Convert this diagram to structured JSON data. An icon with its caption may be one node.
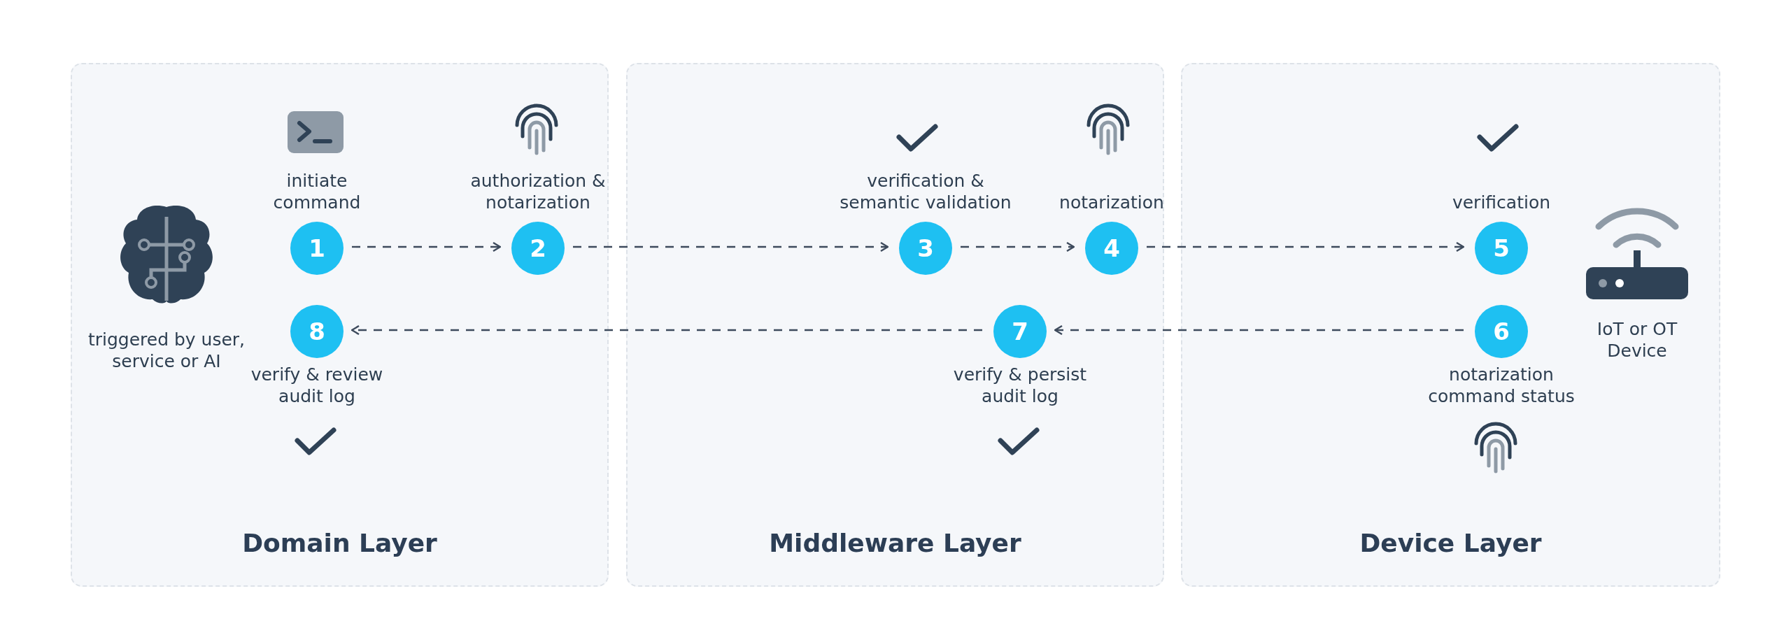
{
  "diagram": {
    "nodes": [
      {
        "text": [
          "Domain Layer"
        ]
      },
      {
        "text": [
          "Middleware Layer"
        ]
      },
      {
        "text": [
          "Device Layer"
        ]
      },
      {
        "text": [
          "1"
        ],
        "in": 0,
        "beside": [
          "initiate command"
        ]
      },
      {
        "text": [
          "2"
        ],
        "in": 0,
        "beside": [
          "authorization & notarization"
        ]
      },
      {
        "text": [
          "3"
        ],
        "in": 1,
        "beside": [
          "verification & semantic validation"
        ]
      },
      {
        "text": [
          "4"
        ],
        "in": 1,
        "beside": [
          "notarization"
        ]
      },
      {
        "text": [
          "5"
        ],
        "in": 2,
        "beside": [
          "verification"
        ]
      },
      {
        "text": [
          "6"
        ],
        "in": 2,
        "beside": [
          "notarization command status"
        ]
      },
      {
        "text": [
          "7"
        ],
        "in": 1,
        "beside": [
          "verify & persist audit log"
        ]
      },
      {
        "text": [
          "8"
        ],
        "in": 0,
        "beside": [
          "verify & review audit log"
        ]
      }
    ],
    "edges": [
      {
        "from": 3,
        "to": 4,
        "arrow": "to",
        "style": "dashed"
      },
      {
        "from": 4,
        "to": 5,
        "arrow": "to",
        "style": "dashed"
      },
      {
        "from": 5,
        "to": 6,
        "arrow": "to",
        "style": "dashed"
      },
      {
        "from": 6,
        "to": 7,
        "arrow": "to",
        "style": "dashed"
      },
      {
        "from": 8,
        "to": 9,
        "arrow": "to",
        "style": "dashed"
      },
      {
        "from": 9,
        "to": 10,
        "arrow": "to",
        "style": "dashed"
      }
    ],
    "labels": [
      "triggered by user, service or AI",
      "IoT or OT Device"
    ]
  }
}
